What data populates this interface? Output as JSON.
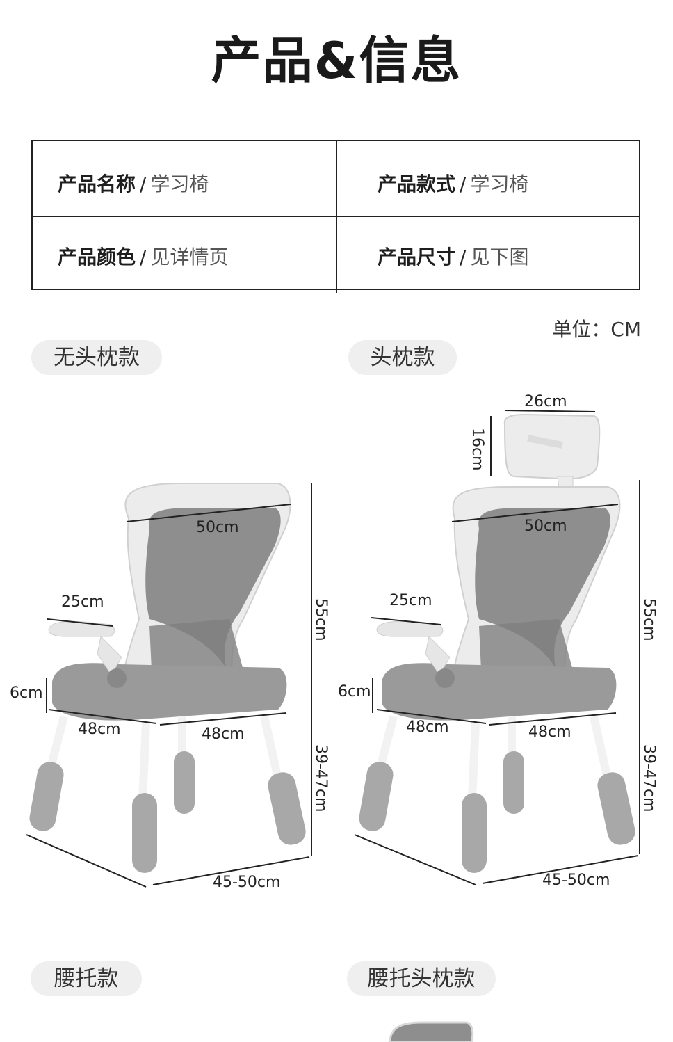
{
  "title": "产品&信息",
  "specs": [
    {
      "key": "产品名称",
      "sep": "/",
      "value": "学习椅"
    },
    {
      "key": "产品款式",
      "sep": "/",
      "value": "学习椅"
    },
    {
      "key": "产品颜色",
      "sep": "/",
      "value": "见详情页"
    },
    {
      "key": "产品尺寸",
      "sep": "/",
      "value": "见下图"
    }
  ],
  "unit": "单位：CM",
  "variants": [
    {
      "label": "无头枕款",
      "dims": {
        "back_width": "50cm",
        "armrest": "25cm",
        "arm_height": "6cm",
        "back_height": "55cm",
        "seat_depth": "48cm",
        "seat_width": "48cm",
        "seat_height": "39-47cm",
        "base": "45-50cm"
      }
    },
    {
      "label": "头枕款",
      "dims": {
        "headrest_width": "26cm",
        "headrest_height": "16cm",
        "back_width": "50cm",
        "armrest": "25cm",
        "arm_height": "6cm",
        "back_height": "55cm",
        "seat_depth": "48cm",
        "seat_width": "48cm",
        "seat_height": "39-47cm",
        "base": "45-50cm"
      }
    },
    {
      "label": "腰托款"
    },
    {
      "label": "腰托头枕款"
    }
  ],
  "colors": {
    "frame": "#ececec",
    "mesh": "#8e8e8e",
    "seat": "#9a9a9a",
    "legs": "#a8a8a8",
    "pill": "#efefef"
  }
}
